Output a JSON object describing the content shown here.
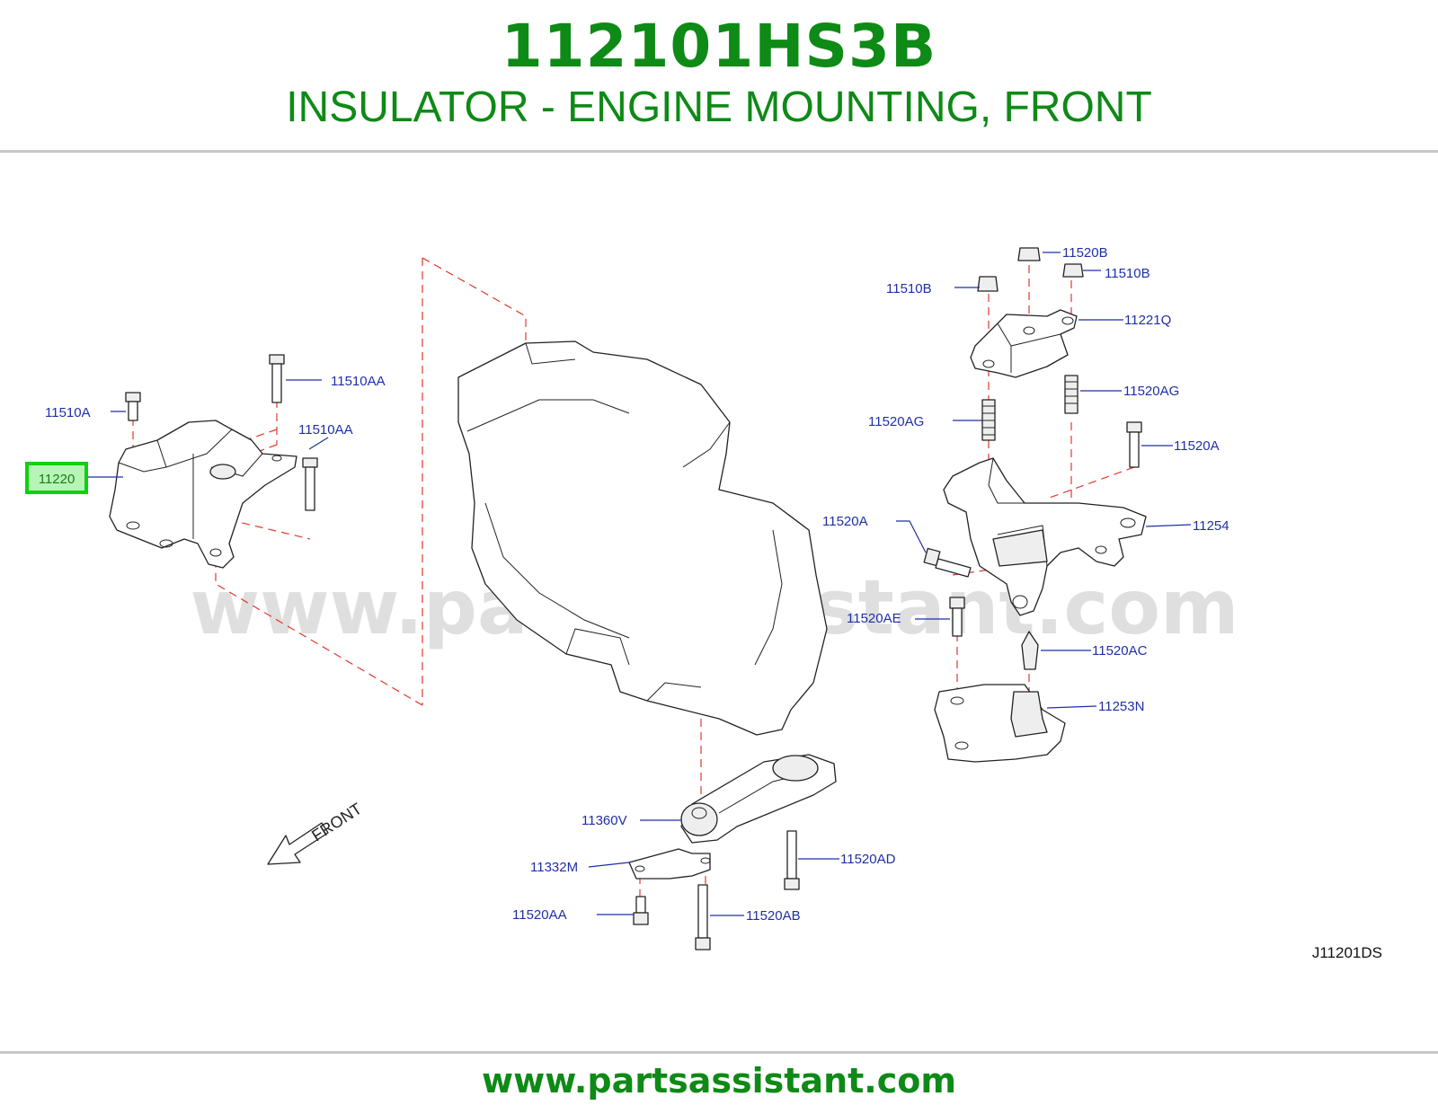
{
  "header": {
    "part_number": "112101HS3B",
    "part_name": "INSULATOR - ENGINE MOUNTING, FRONT"
  },
  "diagram": {
    "watermark": "www.partsassistant.com",
    "reference_code": "J11201DS",
    "front_indicator": "FRONT",
    "highlighted_part": "11220",
    "callouts": {
      "p11220": "11220",
      "p11510A": "11510A",
      "p11510AA_top": "11510AA",
      "p11510AA_mid": "11510AA",
      "p11520B": "11520B",
      "p11510B_left": "11510B",
      "p11510B_right": "11510B",
      "p11221Q": "11221Q",
      "p11520AG_left": "11520AG",
      "p11520AG_right": "11520AG",
      "p11520A_right": "11520A",
      "p11520A_left": "11520A",
      "p11254": "11254",
      "p11520AE": "11520AE",
      "p11520AC": "11520AC",
      "p11253N": "11253N",
      "p11360V": "11360V",
      "p11332M": "11332M",
      "p11520AD": "11520AD",
      "p11520AA": "11520AA",
      "p11520AB": "11520AB"
    }
  },
  "footer": {
    "site": "www.partsassistant.com"
  },
  "colors": {
    "brand_green": "#0e8a16",
    "label_blue": "#1f2fa8",
    "highlight_green": "#10d010",
    "dash_red": "#e0392b"
  }
}
